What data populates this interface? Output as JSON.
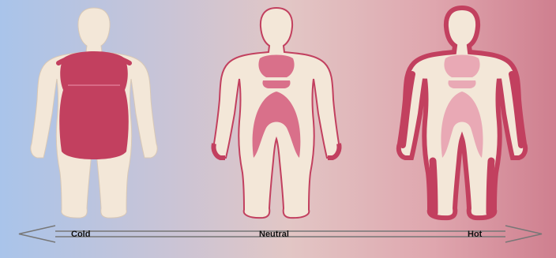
{
  "scale": {
    "labels": [
      "Cold",
      "Neutral",
      "Hot"
    ]
  },
  "colors": {
    "background_left": "#a9c4ea",
    "background_right": "#cf7f8f",
    "skin": "#f3e7d8",
    "blood_dark": "#c2405f",
    "blood_medium": "#d9708a",
    "blood_light": "#e9a9b5"
  }
}
